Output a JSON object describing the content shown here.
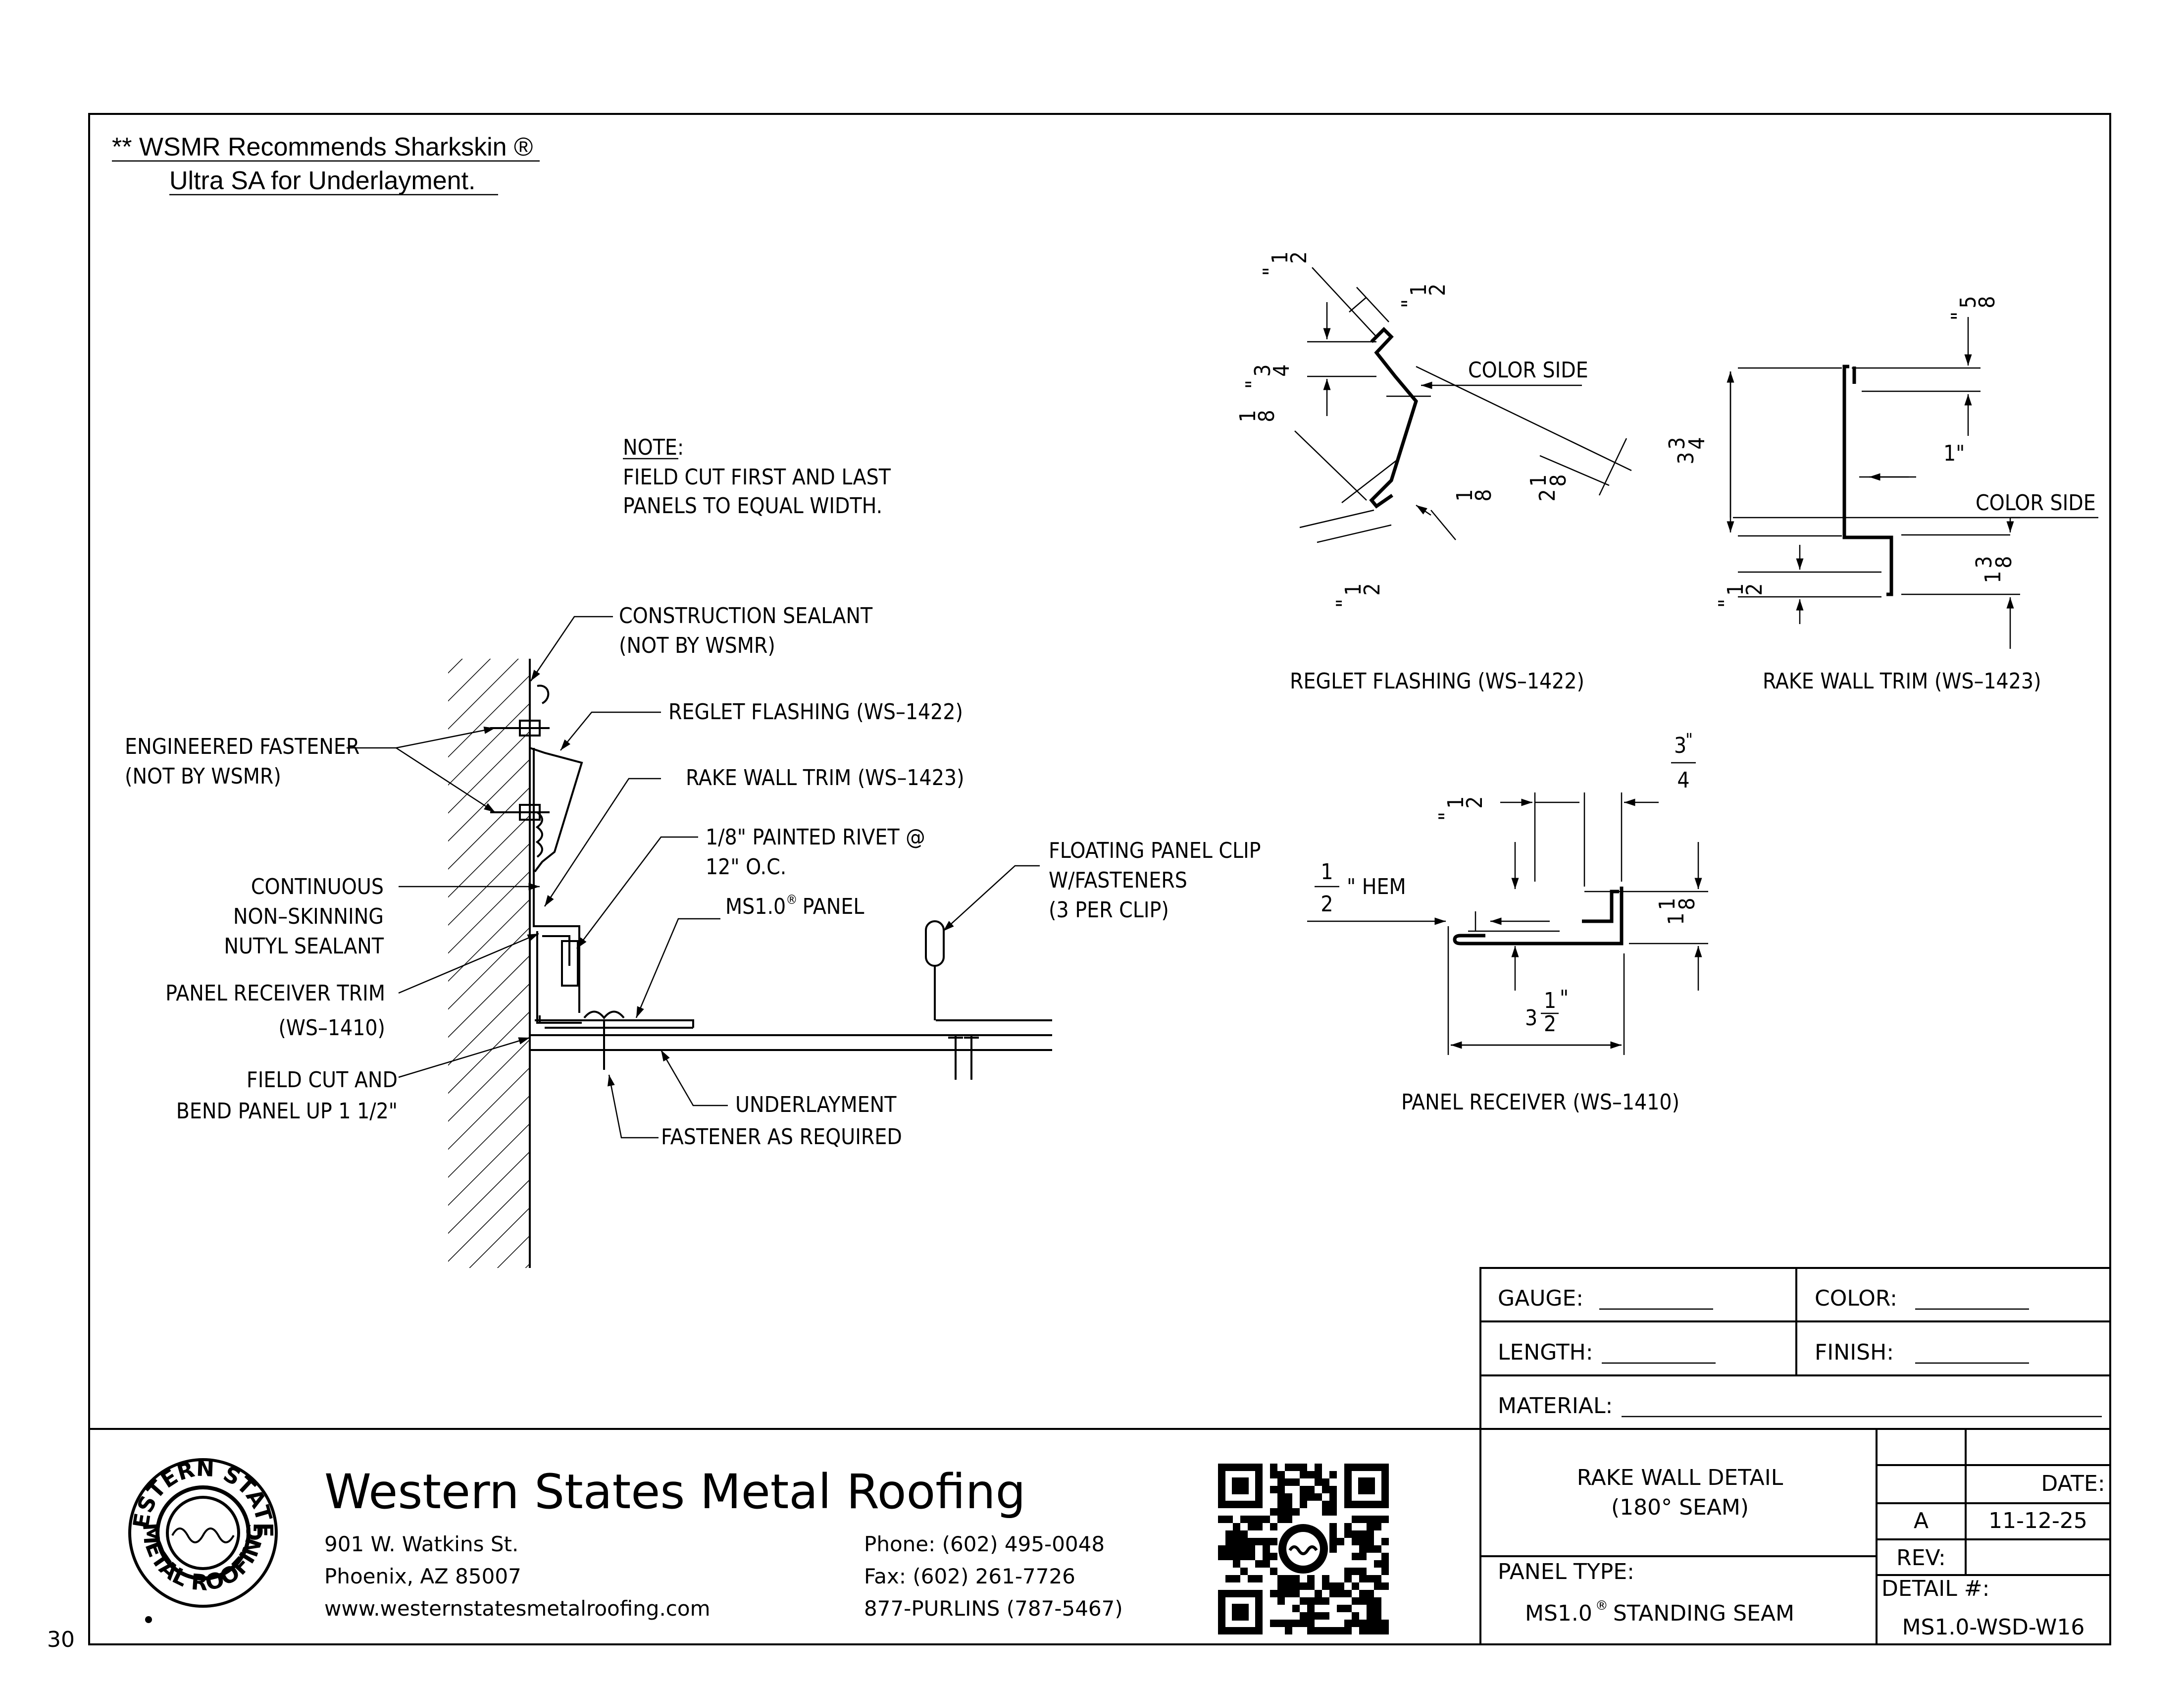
{
  "notes": {
    "sharkskin_line1": "** WSMR Recommends Sharkskin ®",
    "sharkskin_line2": "Ultra SA for Underlayment.",
    "note_title": "NOTE:",
    "note_line1": "FIELD CUT FIRST AND LAST",
    "note_line2": "PANELS TO EQUAL WIDTH."
  },
  "callouts": {
    "construction_sealant_1": "CONSTRUCTION SEALANT",
    "construction_sealant_2": "(NOT BY WSMR)",
    "reglet_flashing": "REGLET FLASHING (WS–1422)",
    "rake_wall_trim": "RAKE WALL TRIM (WS–1423)",
    "engineered_fastener_1": "ENGINEERED FASTENER",
    "engineered_fastener_2": "(NOT BY WSMR)",
    "rivet_1": "1/8\" PAINTED RIVET @",
    "rivet_2": "12\" O.C.",
    "ms_panel": "MS1.0",
    "ms_panel_reg": "®",
    "ms_panel_word": "PANEL",
    "floating_clip_1": "FLOATING PANEL CLIP",
    "floating_clip_2": "W/FASTENERS",
    "floating_clip_3": "(3 PER CLIP)",
    "continuous_1": "CONTINUOUS",
    "continuous_2": "NON–SKINNING",
    "continuous_3": "NUTYL SEALANT",
    "panel_receiver_trim_1": "PANEL RECEIVER TRIM",
    "panel_receiver_trim_2": "(WS–1410)",
    "field_cut_1": "FIELD CUT AND",
    "field_cut_2": "BEND PANEL UP 1 1/2\"",
    "underlayment": "UNDERLAYMENT",
    "fastener_required": "FASTENER AS REQUIRED"
  },
  "details": {
    "reglet_title": "REGLET FLASHING (WS–1422)",
    "rake_title": "RAKE WALL TRIM (WS–1423)",
    "receiver_title": "PANEL RECEIVER (WS–1410)",
    "color_side": "COLOR SIDE",
    "hem": "\" HEM"
  },
  "dims": {
    "one": "1",
    "two": "2",
    "three": "3",
    "four": "4",
    "five": "5",
    "eight": "8",
    "inch": "\"",
    "one_inch": "1\""
  },
  "titleblock": {
    "gauge": "GAUGE:",
    "color": "COLOR:",
    "length": "LENGTH:",
    "finish": "FINISH:",
    "material": "MATERIAL:",
    "detail_title_1": "RAKE WALL DETAIL",
    "detail_title_2": "(180° SEAM)",
    "date_label": "DATE:",
    "rev_letter": "A",
    "date_value": "11-12-25",
    "rev_label": "REV:",
    "panel_type_label": "PANEL TYPE:",
    "panel_type_value": "MS1.0",
    "panel_type_reg": "®",
    "panel_type_rest": "STANDING SEAM",
    "detail_no_label": "DETAIL #:",
    "detail_no_value": "MS1.0-WSD-W16",
    "page_number": "30"
  },
  "company": {
    "name": "Western States Metal Roofing",
    "address_1": "901 W. Watkins St.",
    "address_2": "Phoenix, AZ 85007",
    "website": "www.westernstatesmetalroofing.com",
    "phone": "Phone: (602) 495-0048",
    "fax": "Fax: (602) 261-7726",
    "purlins": "877-PURLINS (787-5467)",
    "logo_top": "WESTERN STATES",
    "logo_bottom": "METAL ROOFING"
  }
}
